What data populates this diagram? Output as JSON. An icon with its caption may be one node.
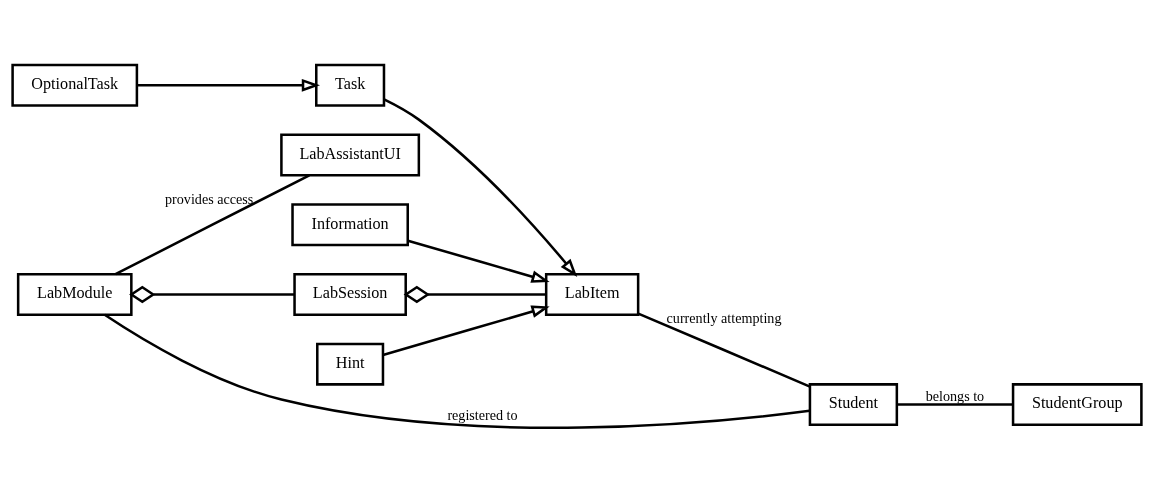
{
  "diagram": {
    "nodes": [
      {
        "text": [
          "Information"
        ]
      },
      {
        "text": [
          "Hint"
        ]
      },
      {
        "text": [
          "Task"
        ]
      },
      {
        "text": [
          "OptionalTask"
        ]
      },
      {
        "text": [
          "LabSession"
        ]
      },
      {
        "text": [
          "LabItem"
        ]
      },
      {
        "text": [
          "LabModule"
        ]
      },
      {
        "text": [
          "Student"
        ]
      },
      {
        "text": [
          "StudentGroup"
        ]
      },
      {
        "text": [
          "LabAssistantUI"
        ]
      }
    ],
    "edges": [
      {
        "from": 0,
        "to": 5,
        "arrow": "to"
      },
      {
        "from": 1,
        "to": 5,
        "arrow": "to"
      },
      {
        "from": 2,
        "to": 5,
        "arrow": "to"
      },
      {
        "from": 3,
        "to": 2,
        "arrow": "to"
      },
      {
        "from": 4,
        "to": 5,
        "arrow": "other"
      },
      {
        "from": 6,
        "to": 4,
        "arrow": "other"
      },
      {
        "from": 6,
        "to": 7,
        "arrow": "none",
        "label": "registered to"
      },
      {
        "from": 5,
        "to": 7,
        "arrow": "none",
        "label": "currently attempting"
      },
      {
        "from": 7,
        "to": 8,
        "arrow": "none",
        "label": "belongs to"
      },
      {
        "from": 6,
        "to": 9,
        "arrow": "none",
        "label": "provides access"
      }
    ]
  }
}
